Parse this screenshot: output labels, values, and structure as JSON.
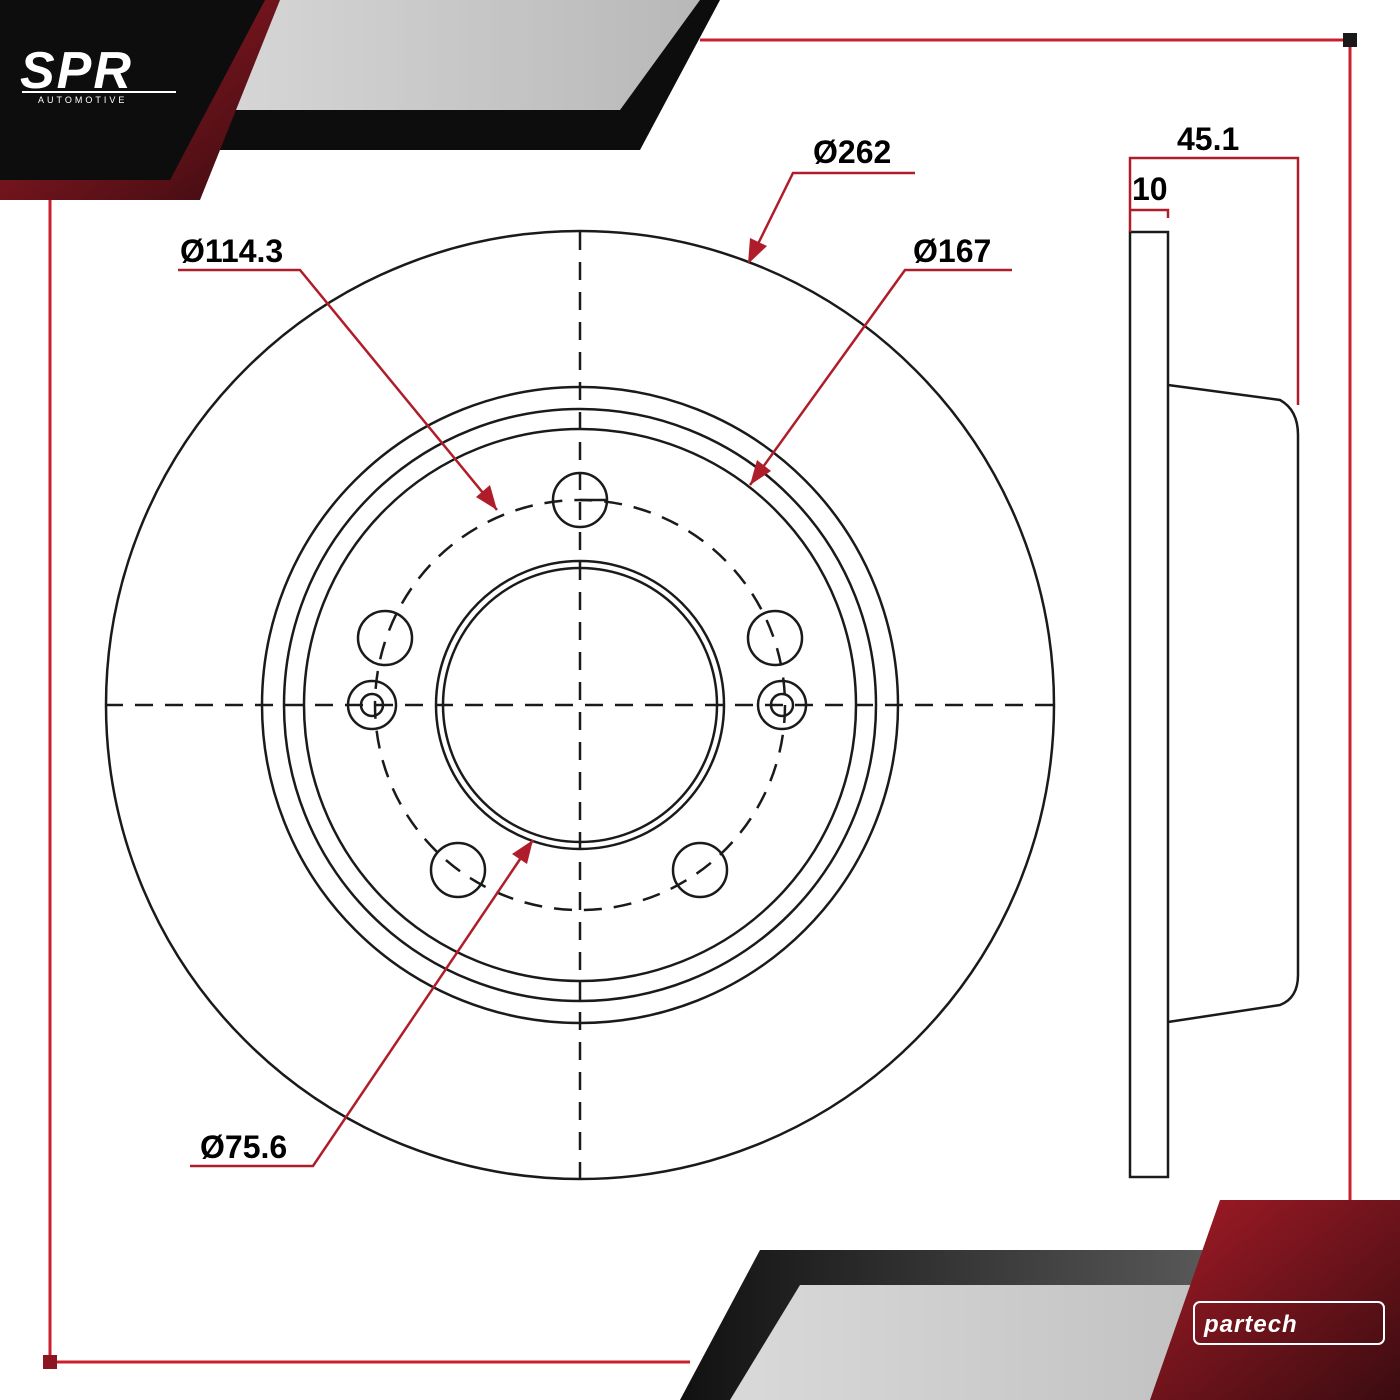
{
  "brand": {
    "logo_text": "SPR",
    "logo_subtext": "AUTOMOTIVE",
    "partner_logo_text": "partech"
  },
  "dimensions": {
    "outer_diameter": "Ø262",
    "pcd": "Ø114.3",
    "hat_diameter": "Ø167",
    "center_bore": "Ø75.6",
    "total_height": "45.1",
    "thickness": "10"
  },
  "colors": {
    "accent": "#c8202e",
    "dark": "#0d0d0d",
    "line": "#1a1a1a",
    "panel_gray": "#c9c9c9"
  },
  "icons": {
    "brand_logo": "spr-automotive-logo",
    "partner_logo": "partech-logo"
  }
}
